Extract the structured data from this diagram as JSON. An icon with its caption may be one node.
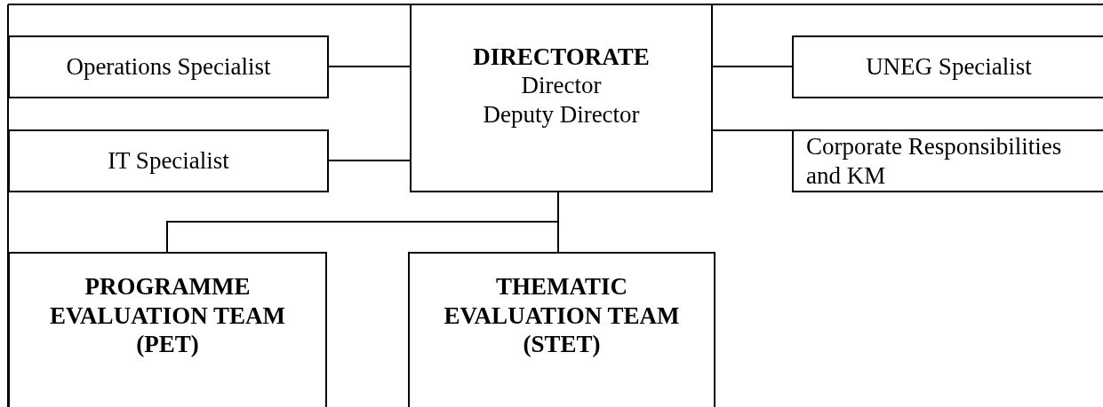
{
  "diagram": {
    "nodes": [
      {
        "text": [
          "Operations Specialist"
        ]
      },
      {
        "text": [
          "DIRECTORATE",
          "Director",
          "Deputy Director"
        ]
      },
      {
        "text": [
          "UNEG Specialist"
        ]
      },
      {
        "text": [
          "IT Specialist"
        ]
      },
      {
        "text": [
          "Corporate Responsibilities and KM"
        ]
      },
      {
        "text": [
          "PROGRAMME EVALUATION TEAM (PET)"
        ]
      },
      {
        "text": [
          "THEMATIC EVALUATION TEAM (STET)"
        ]
      }
    ],
    "edges": [
      {
        "from": 1,
        "to": 0,
        "arrow": "none"
      },
      {
        "from": 1,
        "to": 2,
        "arrow": "none"
      },
      {
        "from": 1,
        "to": 3,
        "arrow": "none"
      },
      {
        "from": 1,
        "to": 4,
        "arrow": "none"
      },
      {
        "from": 1,
        "to": 5,
        "arrow": "none"
      },
      {
        "from": 1,
        "to": 6,
        "arrow": "none"
      }
    ]
  }
}
